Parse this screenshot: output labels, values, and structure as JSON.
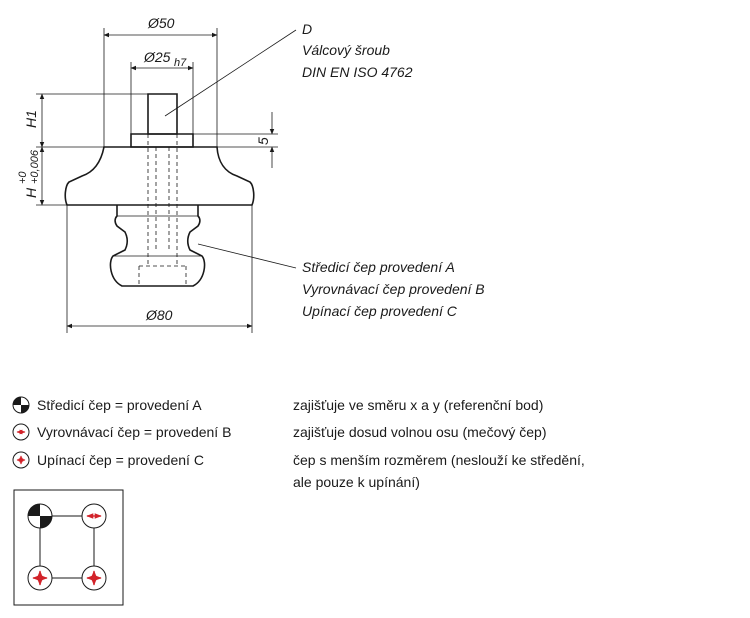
{
  "drawing": {
    "dims": {
      "d50": "Ø50",
      "d25": "Ø25",
      "h7": "h7",
      "d80": "Ø80",
      "h1": "H1",
      "h": "H",
      "h_tol_upper": "+0",
      "h_tol_lower": "+0,006",
      "five": "5"
    },
    "callout_screw": {
      "letter": "D",
      "line1": "Válcový šroub",
      "line2": "DIN EN ISO 4762"
    },
    "callout_pin": {
      "line1": "Středicí čep provedení A",
      "line2": "Vyrovnávací čep provedení B",
      "line3": "Upínací čep provedení C"
    }
  },
  "legend": [
    {
      "icon": "centering-pin-icon",
      "name": "Středicí čep = provedení A",
      "desc": [
        "zajišťuje ve směru x a y (referenční bod)"
      ]
    },
    {
      "icon": "aligning-pin-icon",
      "name": "Vyrovnávací čep = provedení B",
      "desc": [
        "zajišťuje dosud volnou osu (mečový čep)"
      ]
    },
    {
      "icon": "clamping-pin-icon",
      "name": "Upínací čep = provedení C",
      "desc": [
        "čep s menším rozměrem (neslouží ke středění,",
        "ale pouze k upínání)"
      ]
    }
  ],
  "colors": {
    "accent": "#d2232a",
    "line": "#1a1a1a"
  }
}
